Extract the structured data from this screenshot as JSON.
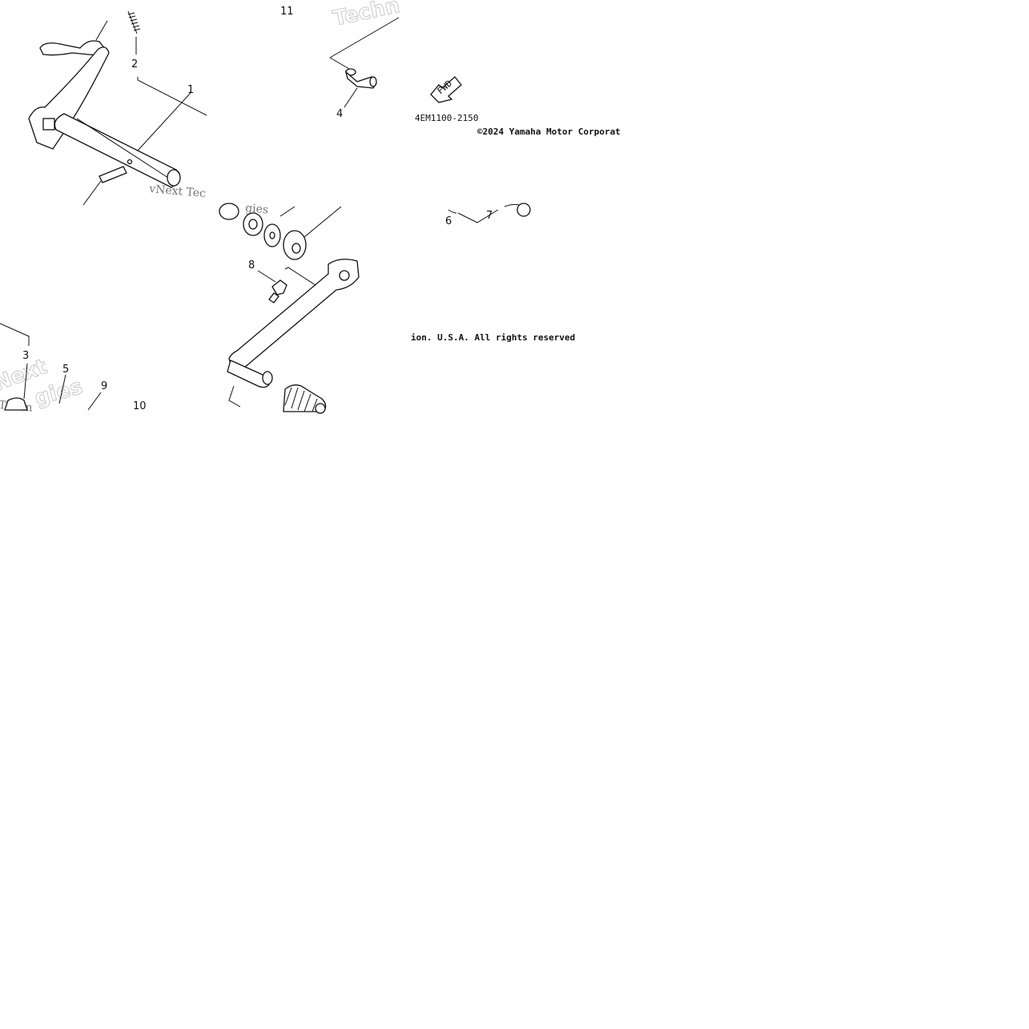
{
  "callouts": {
    "c1": "1",
    "c2": "2",
    "c3": "3",
    "c4": "4",
    "c5": "5",
    "c6": "6",
    "c7": "7",
    "c8": "8",
    "c9": "9",
    "c10": "10",
    "c11": "11"
  },
  "diagram_code": "4EM1100-2150",
  "copyright_part1": "©2024 Yamaha Motor Corporat",
  "copyright_part2": "ion. U.S.A. All rights reserved",
  "fwd_label": "FWD",
  "watermarks": {
    "techn_top": "Techn",
    "vnext_mid": "vNext Tec",
    "gies_mid": "gies",
    "next_left": "Next",
    "gies_left": "gies",
    "tech_left": "Techn"
  }
}
